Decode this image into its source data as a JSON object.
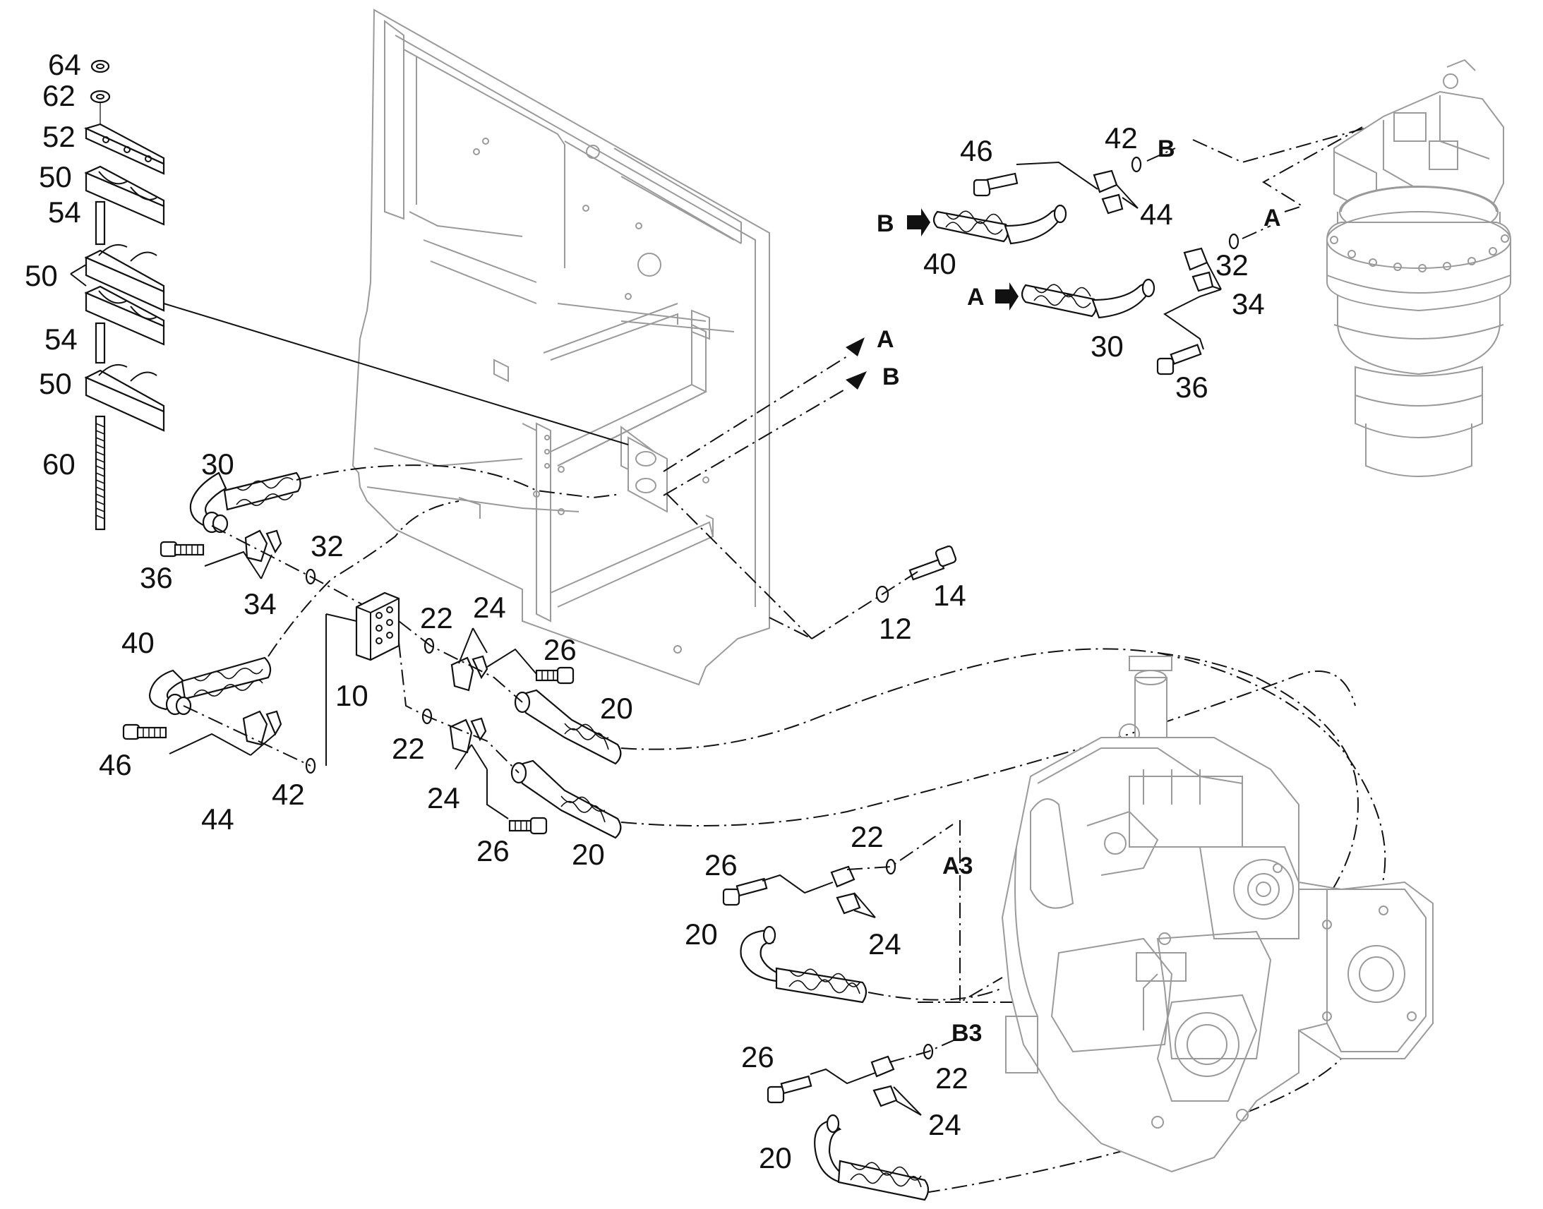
{
  "labels": {
    "n64": "64",
    "n62": "62",
    "n52": "52",
    "n50a": "50",
    "n54a": "54",
    "n50b": "50",
    "n54b": "54",
    "n50c": "50",
    "n60": "60",
    "n30a": "30",
    "n36a": "36",
    "n34a": "34",
    "n32a": "32",
    "n40a": "40",
    "n46a": "46",
    "n44a": "44",
    "n42a": "42",
    "n10": "10",
    "n22a": "22",
    "n24a": "24",
    "n26a": "26",
    "n20a": "20",
    "n22b": "22",
    "n24b": "24",
    "n26b": "26",
    "n20b": "20",
    "n12": "12",
    "n14": "14",
    "n46b": "46",
    "n42b": "42",
    "n44b": "44",
    "n40b": "40",
    "n32b": "32",
    "n34b": "34",
    "n30b": "30",
    "n36b": "36",
    "n22c": "22",
    "n26c": "26",
    "n24c": "24",
    "n20c": "20",
    "n26d": "26",
    "n22d": "22",
    "n24d": "24",
    "n20d": "20"
  },
  "ports": {
    "A_mid": "A",
    "B_mid": "B",
    "B_top": "B",
    "A_top": "A",
    "B_in": "B",
    "A_in": "A",
    "A3": "A3",
    "B3": "B3"
  }
}
